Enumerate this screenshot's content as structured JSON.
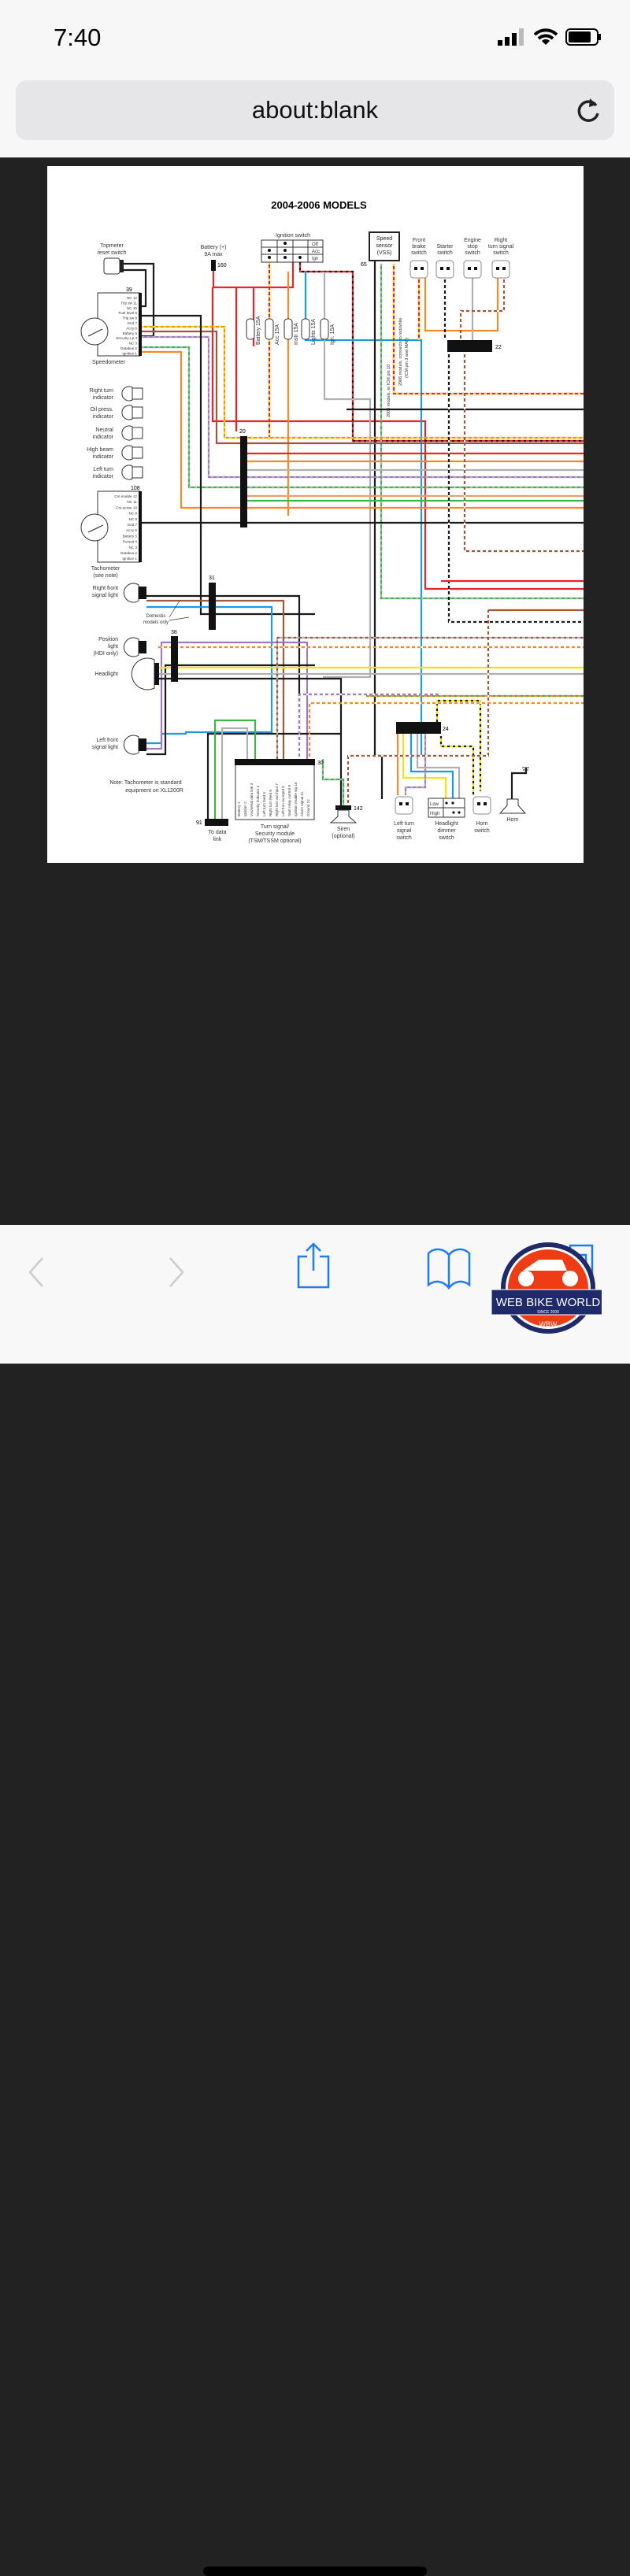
{
  "status_bar": {
    "time": "7:40",
    "icons": [
      "signal-icon",
      "wifi-icon",
      "battery-icon"
    ]
  },
  "browser": {
    "url": "about:blank",
    "reload_icon": "reload-icon"
  },
  "diagram": {
    "title": "2004-2006 MODELS",
    "tripmeter": [
      "Tripmeter",
      "reset switch"
    ],
    "battery": [
      "Battery (+)",
      "9A max"
    ],
    "battery_conn": "160",
    "ignition": {
      "label": "Ignition switch",
      "positions": [
        "Off",
        "Acc",
        "Ign"
      ]
    },
    "fuses": [
      "Battery 15A",
      "Acc 15A",
      "Instr 15A",
      "Lights 15A",
      "Ign. 15A"
    ],
    "speed_sensor": [
      "Speed",
      "sensor",
      "(VSS)"
    ],
    "speed_conn": "65",
    "speed_notes": [
      "2006 models, to ICM pin 10",
      "2006 models, connects to red/white",
      "(ICM pin 3 and MAF)"
    ],
    "right_switches": [
      {
        "lines": [
          "Front",
          "brake",
          "switch"
        ]
      },
      {
        "lines": [
          "Starter",
          "switch"
        ]
      },
      {
        "lines": [
          "Engine",
          "stop",
          "switch"
        ]
      },
      {
        "lines": [
          "Right",
          "turn signal",
          "switch"
        ]
      }
    ],
    "connectors": {
      "c39": "39",
      "c22": "22",
      "c20": "20",
      "c108": "108",
      "c31": "31",
      "c38": "38",
      "c30": "30",
      "c91": "91",
      "c142": "142",
      "c24": "24"
    },
    "speedometer": {
      "label": "Speedometer",
      "pins": [
        "NC 12",
        "Trip sw 11",
        "NC 10",
        "Fuel level 9",
        "Trip sw 8",
        "Gnd 7",
        "Accy 6",
        "Battery 5",
        "Security Lp 4",
        "NC 3",
        "Databus 2",
        "Ignition 1"
      ]
    },
    "indicators": [
      [
        "Right turn",
        "indicator"
      ],
      [
        "Oil press.",
        "indicator"
      ],
      [
        "Neutral",
        "indicator"
      ],
      [
        "High beam",
        "indicator"
      ],
      [
        "Left turn",
        "indicator"
      ]
    ],
    "tachometer": {
      "label": [
        "Tachometer",
        "(see note)"
      ],
      "pins": [
        "Crs enable 12",
        "NC 11",
        "Crs active 10",
        "NC 9",
        "NC 8",
        "Gnd 7",
        "Accy 6",
        "Battery 5",
        "Pursuit 4",
        "NC 3",
        "Databus 2",
        "Ignition 1"
      ]
    },
    "right_front_signal": [
      "Right front",
      "signal light"
    ],
    "domestic": [
      "Domestic",
      "models only"
    ],
    "position_light": [
      "Position",
      "light",
      "(HDI only)"
    ],
    "headlight": "Headlight",
    "left_front_signal": [
      "Left front",
      "signal light"
    ],
    "note": [
      "Note: Tachometer is standard",
      "equipment on XL1200R"
    ],
    "data_link": [
      "To data",
      "link"
    ],
    "tsm": {
      "label": [
        "Turn signal/",
        "Security module",
        "(TSM/TSSM optional)"
      ],
      "pins": [
        "Battery 1",
        "Ignition 2",
        "Vss/serial data link 3",
        "Security indicator 4",
        "Left turn feed 5",
        "Right turn feed 6",
        "Right turn sw input 7",
        "Left turn sw input 8",
        "Start relay control 9",
        "Ignition enable sig 10",
        "Alarm signal 11",
        "Ground 12"
      ]
    },
    "siren": [
      "Siren",
      "(optional)"
    ],
    "left_turn_switch": [
      "Left turn",
      "signal",
      "switch"
    ],
    "dimmer": {
      "label": [
        "Headlight",
        "dimmer",
        "switch"
      ],
      "positions": [
        "Low",
        "High"
      ]
    },
    "horn_switch": [
      "Horn",
      "switch"
    ],
    "horn": "Horn",
    "wire_colors": {
      "red": "#e8242a",
      "black": "#1a1a1a",
      "orange": "#f58a2a",
      "brown": "#9b5a3c",
      "green": "#3cb54a",
      "blue": "#1e9ae0",
      "purple": "#a07ac0",
      "yellow": "#f2e21a",
      "gray": "#b0b0b0",
      "tan": "#e8a070"
    }
  },
  "toolbar": {
    "items": [
      "back-icon",
      "forward-icon",
      "share-icon",
      "bookmarks-icon",
      "tabs-icon"
    ]
  },
  "watermark": {
    "name": "WEB BIKE WORLD",
    "since": "SINCE 2000",
    "short": "WBW"
  }
}
